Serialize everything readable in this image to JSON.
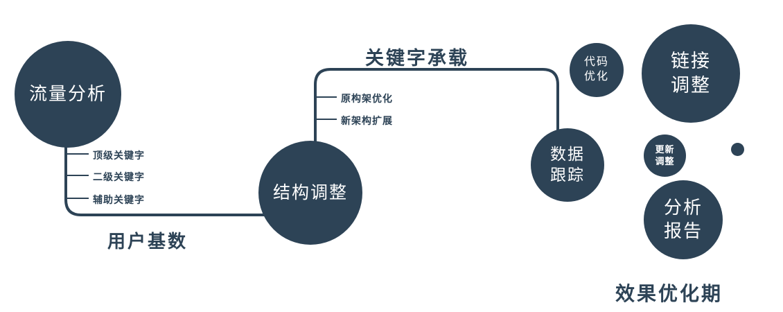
{
  "colors": {
    "node_fill": "#2d4356",
    "line": "#2d4356",
    "text_dark": "#2d4356",
    "node_text": "#ffffff",
    "background": "#ffffff"
  },
  "nodes": {
    "traffic_analysis": {
      "label": "流量分析"
    },
    "structure_adjust": {
      "label": "结构调整"
    },
    "data_tracking": {
      "line1": "数据",
      "line2": "跟踪"
    },
    "code_optimize": {
      "line1": "代码",
      "line2": "优化"
    },
    "link_adjust": {
      "line1": "链接",
      "line2": "调整"
    },
    "update_adjust": {
      "line1": "更新",
      "line2": "调整"
    },
    "analysis_report": {
      "line1": "分析",
      "line2": "报告"
    }
  },
  "edge_labels": {
    "user_base": "用户基数",
    "keyword_carry": "关键字承载"
  },
  "keyword_ticks": [
    "顶级关键字",
    "二级关键字",
    "辅助关键字"
  ],
  "architecture_ticks": [
    "原构架优化",
    "新架构扩展"
  ],
  "caption": "效果优化期"
}
